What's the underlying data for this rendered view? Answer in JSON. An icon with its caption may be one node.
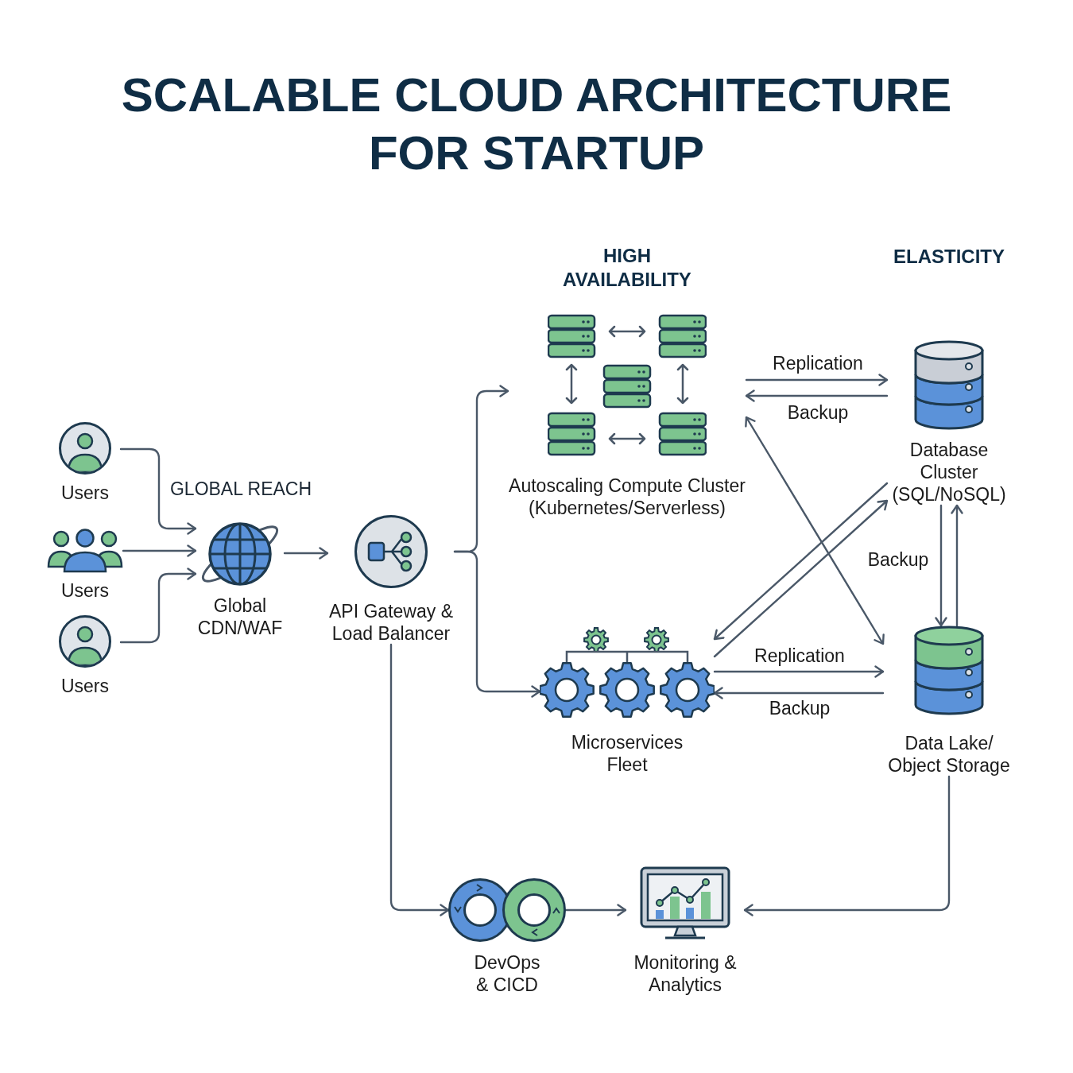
{
  "diagram": {
    "title": "SCALABLE CLOUD ARCHITECTURE FOR STARTUP",
    "nodes": [
      {
        "text": [
          "Users"
        ]
      },
      {
        "text": [
          "Users"
        ]
      },
      {
        "text": [
          "Users"
        ]
      },
      {
        "text": [
          "Global CDN/WAF"
        ]
      },
      {
        "text": [
          "API Gateway & Load Balancer"
        ]
      },
      {
        "text": [
          "Autoscaling Compute Cluster (Kubernetes/Serverless)"
        ]
      },
      {
        "text": [
          "Microservices Fleet"
        ]
      },
      {
        "text": [
          "Database Cluster (SQL/NoSQL)"
        ]
      },
      {
        "text": [
          "Data Lake/ Object Storage"
        ]
      },
      {
        "text": [
          "DevOps & CICD"
        ]
      },
      {
        "text": [
          "Monitoring & Analytics"
        ]
      }
    ],
    "edges": [
      {
        "from": 0,
        "to": 3,
        "arrow": "to"
      },
      {
        "from": 1,
        "to": 3,
        "arrow": "to"
      },
      {
        "from": 2,
        "to": 3,
        "arrow": "to"
      },
      {
        "from": 3,
        "to": 4,
        "arrow": "to"
      },
      {
        "from": 4,
        "to": 5,
        "arrow": "to"
      },
      {
        "from": 4,
        "to": 6,
        "arrow": "to"
      },
      {
        "from": 5,
        "to": 7,
        "label": "Replication",
        "arrow": "to"
      },
      {
        "from": 7,
        "to": 5,
        "label": "Backup",
        "arrow": "to"
      },
      {
        "from": 6,
        "to": 8,
        "label": "Replication",
        "arrow": "to"
      },
      {
        "from": 8,
        "to": 6,
        "label": "Backup",
        "arrow": "to"
      },
      {
        "from": 7,
        "to": 8,
        "label": "Backup",
        "arrow": "to"
      },
      {
        "from": 8,
        "to": 7,
        "arrow": "to"
      },
      {
        "from": 5,
        "to": 8,
        "arrow": "both"
      },
      {
        "from": 7,
        "to": 6,
        "arrow": "to"
      },
      {
        "from": 6,
        "to": 7,
        "arrow": "to"
      },
      {
        "from": 4,
        "to": 9,
        "arrow": "to"
      },
      {
        "from": 9,
        "to": 10,
        "arrow": "to"
      },
      {
        "from": 8,
        "to": 10,
        "arrow": "to"
      }
    ],
    "labels": [
      "HIGH AVAILABILITY",
      "ELASTICITY",
      "GLOBAL REACH"
    ]
  }
}
